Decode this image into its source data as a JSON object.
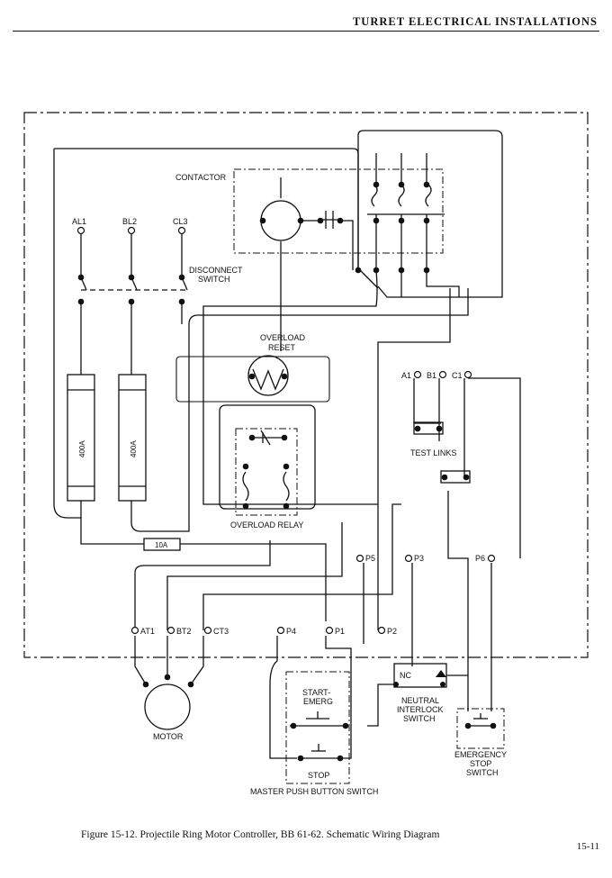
{
  "header": {
    "title": "TURRET ELECTRICAL INSTALLATIONS"
  },
  "labels": {
    "contactor": "CONTACTOR",
    "al1": "AL1",
    "bl2": "BL2",
    "cl3": "CL3",
    "disconnect_1": "DISCONNECT",
    "disconnect_2": "SWITCH",
    "overload_reset_1": "OVERLOAD",
    "overload_reset_2": "RESET",
    "fuse1": "400A",
    "fuse2": "400A",
    "a1": "A1",
    "b1": "B1",
    "c1": "C1",
    "test_links": "TEST LINKS",
    "overload_relay": "OVERLOAD RELAY",
    "fuse_10a": "10A",
    "p5": "P5",
    "p3": "P3",
    "p6": "P6",
    "at1": "AT1",
    "bt2": "BT2",
    "ct3": "CT3",
    "p4": "P4",
    "p1": "P1",
    "p2": "P2",
    "nc": "NC",
    "neutral_1": "NEUTRAL",
    "neutral_2": "INTERLOCK",
    "neutral_3": "SWITCH",
    "start_1": "START-",
    "start_2": "EMERG",
    "stop": "STOP",
    "motor": "MOTOR",
    "estop_1": "EMERGENCY",
    "estop_2": "STOP",
    "estop_3": "SWITCH",
    "master": "MASTER PUSH BUTTON SWITCH"
  },
  "caption": "Figure 15-12.  Projectile Ring Motor Controller, BB 61-62.  Schematic Wiring Diagram",
  "page_number": "15-11"
}
